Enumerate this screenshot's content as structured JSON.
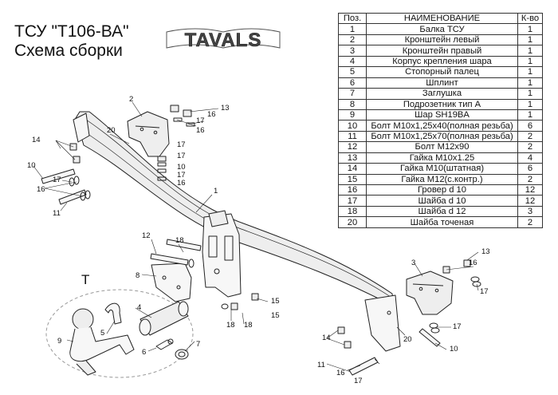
{
  "title": {
    "line1": "ТСУ   \"Т106-ВА\"",
    "line2": "Схема сборки"
  },
  "logo": {
    "text": "TAVALS"
  },
  "table": {
    "headers": {
      "num": "Поз.",
      "name": "НАИМЕНОВАНИЕ",
      "qty": "К-во"
    },
    "rows": [
      {
        "num": "1",
        "name": "Балка ТСУ",
        "qty": "1"
      },
      {
        "num": "2",
        "name": "Кронштейн левый",
        "qty": "1"
      },
      {
        "num": "3",
        "name": "Кронштейн правый",
        "qty": "1"
      },
      {
        "num": "4",
        "name": "Корпус крепления шара",
        "qty": "1"
      },
      {
        "num": "5",
        "name": "Стопорный палец",
        "qty": "1"
      },
      {
        "num": "6",
        "name": "Шплинт",
        "qty": "1"
      },
      {
        "num": "7",
        "name": "Заглушка",
        "qty": "1"
      },
      {
        "num": "8",
        "name": "Подрозетник тип А",
        "qty": "1"
      },
      {
        "num": "9",
        "name": "Шар SH19BA",
        "qty": "1"
      },
      {
        "num": "10",
        "name": "Болт М10х1,25х40(полная резьба)",
        "qty": "6"
      },
      {
        "num": "11",
        "name": "Болт М10х1,25х70(полная резьба)",
        "qty": "2"
      },
      {
        "num": "12",
        "name": "Болт М12х90",
        "qty": "2"
      },
      {
        "num": "13",
        "name": "Гайка  М10х1.25",
        "qty": "4"
      },
      {
        "num": "14",
        "name": "Гайка М10(штатная)",
        "qty": "6"
      },
      {
        "num": "15",
        "name": "Гайка М12(с.контр.)",
        "qty": "2"
      },
      {
        "num": "16",
        "name": "Гровер d 10",
        "qty": "12"
      },
      {
        "num": "17",
        "name": "Шайба d 10",
        "qty": "12"
      },
      {
        "num": "18",
        "name": "Шайба d 12",
        "qty": "3"
      },
      {
        "num": "20",
        "name": "Шайба точеная",
        "qty": "2"
      }
    ]
  },
  "callouts": [
    "1",
    "2",
    "20",
    "13",
    "16",
    "17",
    "16",
    "17",
    "17",
    "10",
    "17",
    "16",
    "14",
    "10",
    "17",
    "16",
    "11",
    "12",
    "18",
    "8",
    "18",
    "15",
    "18",
    "15",
    "4",
    "5",
    "9",
    "6",
    "7",
    "3",
    "13",
    "16",
    "17",
    "20",
    "14",
    "17",
    "10",
    "11",
    "16",
    "17"
  ],
  "t_label": "T",
  "colors": {
    "line": "#222222",
    "fill": "#eeeeee",
    "fill_light": "#f7f7f7",
    "ellipse": "#999999"
  }
}
